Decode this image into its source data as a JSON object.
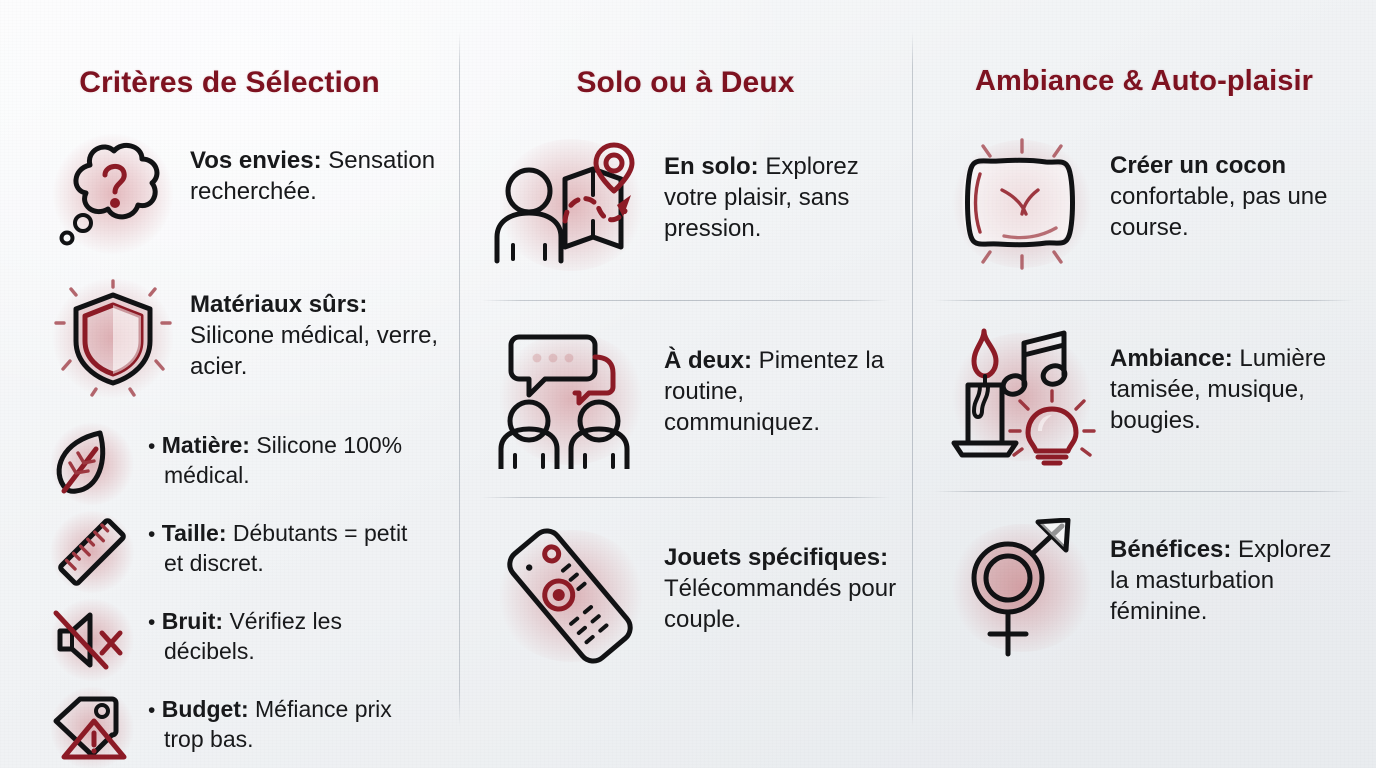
{
  "meta": {
    "accent_color": "#7e1220",
    "icon_ink_color": "#111214",
    "icon_accent_color": "#8d1b26",
    "text_color": "#18191b",
    "background": "#f2f4f6"
  },
  "columns": [
    {
      "title": "Critères de Sélection",
      "blocks": [
        {
          "icon": "thought-bubble-question-icon",
          "lead": "Vos envies:",
          "body": " Sensation recherchée."
        },
        {
          "icon": "shield-shine-icon",
          "lead": "Matériaux sûrs:",
          "body": " Silicone médical, verre, acier."
        }
      ],
      "bullets": [
        {
          "icon": "leaf-icon",
          "dot": "•",
          "lead": "Matière:",
          "body": " Silicone 100% médical."
        },
        {
          "icon": "ruler-icon",
          "dot": "•",
          "lead": "Taille:",
          "body": " Débutants = petit et discret."
        },
        {
          "icon": "speaker-muted-icon",
          "dot": "•",
          "lead": "Bruit:",
          "body": " Vérifiez les décibels."
        },
        {
          "icon": "price-tag-warning-icon",
          "dot": "•",
          "lead": "Budget:",
          "body": " Méfiance prix trop bas."
        }
      ]
    },
    {
      "title": "Solo ou à Deux",
      "blocks": [
        {
          "icon": "person-map-pin-icon",
          "lead": "En solo:",
          "body": " Explorez votre plaisir, sans pression."
        },
        {
          "icon": "two-people-chat-icon",
          "lead": "À deux:",
          "body": " Pimentez la routine, communiquez."
        },
        {
          "icon": "remote-control-icon",
          "lead": "Jouets spécifiques:",
          "body": " Télécommandés pour couple."
        }
      ]
    },
    {
      "title": "Ambiance & Auto-plaisir",
      "blocks": [
        {
          "icon": "pillow-icon",
          "lead": "Créer un cocon",
          "body": " confortable, pas une course."
        },
        {
          "icon": "candle-music-bulb-icon",
          "lead": "Ambiance:",
          "body": " Lumière tamisée, musique, bougies."
        },
        {
          "icon": "gender-symbol-icon",
          "lead": "Bénéfices:",
          "body": " Explorez la masturbation féminine."
        }
      ]
    }
  ]
}
